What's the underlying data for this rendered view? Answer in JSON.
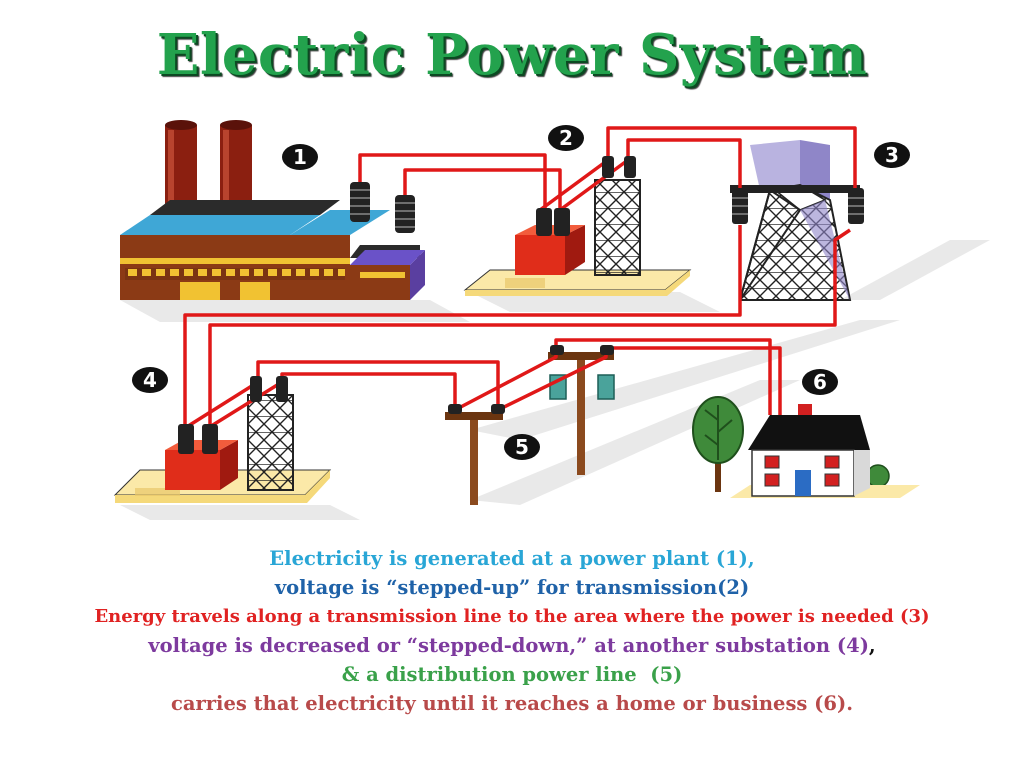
{
  "title": "Electric Power System",
  "markers": [
    "1",
    "2",
    "3",
    "4",
    "5",
    "6"
  ],
  "caption": {
    "line1": "Electricity is generated at a power plant (1),",
    "line2": "voltage is “stepped-up” for transmission(2)",
    "line3": "Energy travels along a transmission line to the area where the power is needed (3)",
    "line4": "voltage is decreased or “stepped-down,” at another substation (4)",
    "line4_end": ",",
    "line5": "& a distribution power line  (5)",
    "line6": "carries that electricity until it reaches a home or business (6)."
  },
  "colors": {
    "title": "#23a24d",
    "wire": "#e01818",
    "line1": "#29a6d6",
    "line2": "#1f62a8",
    "line3": "#e02222",
    "line4": "#7d3a9e",
    "line5": "#3aa14a",
    "line6": "#b84a4a"
  },
  "icons": [
    "power-plant-icon",
    "step-up-substation-icon",
    "transmission-tower-icon",
    "step-down-substation-icon",
    "utility-poles-icon",
    "house-icon",
    "tree-icon"
  ]
}
